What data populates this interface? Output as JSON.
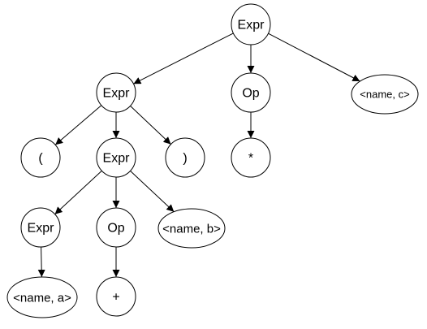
{
  "diagram": {
    "type": "parse-tree",
    "nodes": [
      {
        "id": "root",
        "label": "Expr",
        "name": "node-expr-root"
      },
      {
        "id": "expr_paren",
        "label": "Expr",
        "name": "node-expr-paren"
      },
      {
        "id": "op_mul",
        "label": "Op",
        "name": "node-op-mul"
      },
      {
        "id": "name_c",
        "label": "<name, c>",
        "name": "node-name-c"
      },
      {
        "id": "lparen",
        "label": "(",
        "name": "node-lparen"
      },
      {
        "id": "expr_inner",
        "label": "Expr",
        "name": "node-expr-inner"
      },
      {
        "id": "rparen",
        "label": ")",
        "name": "node-rparen"
      },
      {
        "id": "mul",
        "label": "*",
        "name": "node-mul-symbol"
      },
      {
        "id": "expr_a",
        "label": "Expr",
        "name": "node-expr-a"
      },
      {
        "id": "op_plus",
        "label": "Op",
        "name": "node-op-plus"
      },
      {
        "id": "name_b",
        "label": "<name, b>",
        "name": "node-name-b"
      },
      {
        "id": "name_a",
        "label": "<name, a>",
        "name": "node-name-a"
      },
      {
        "id": "plus",
        "label": "+",
        "name": "node-plus-symbol"
      }
    ],
    "edges": [
      [
        "root",
        "expr_paren"
      ],
      [
        "root",
        "op_mul"
      ],
      [
        "root",
        "name_c"
      ],
      [
        "expr_paren",
        "lparen"
      ],
      [
        "expr_paren",
        "expr_inner"
      ],
      [
        "expr_paren",
        "rparen"
      ],
      [
        "op_mul",
        "mul"
      ],
      [
        "expr_inner",
        "expr_a"
      ],
      [
        "expr_inner",
        "op_plus"
      ],
      [
        "expr_inner",
        "name_b"
      ],
      [
        "expr_a",
        "name_a"
      ],
      [
        "op_plus",
        "plus"
      ]
    ]
  }
}
